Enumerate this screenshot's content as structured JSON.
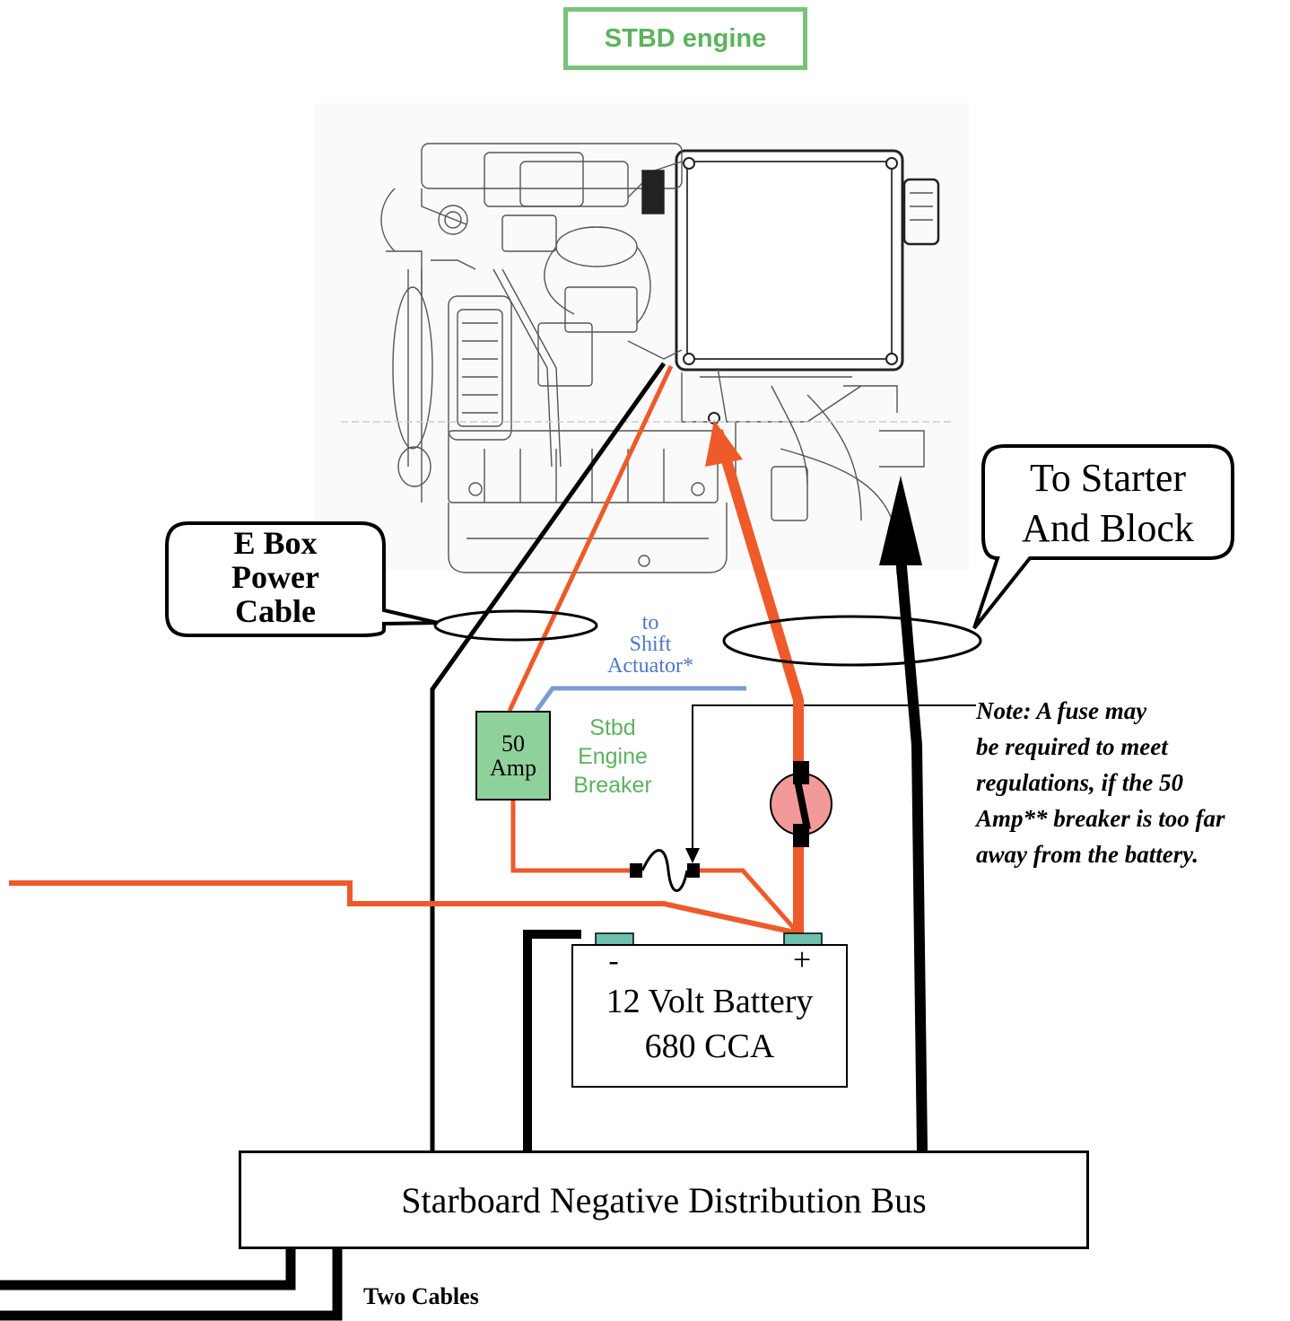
{
  "title": "STBD  engine",
  "callouts": {
    "ebox": [
      "E Box",
      "Power",
      "Cable"
    ],
    "starter": [
      "To Starter",
      "And Block"
    ]
  },
  "labels": {
    "shift_actuator": [
      "to",
      "Shift",
      "Actuator*"
    ],
    "breaker_value": [
      "50",
      "Amp"
    ],
    "breaker_name": [
      "Stbd",
      "Engine",
      "Breaker"
    ],
    "battery_line1": "12 Volt Battery",
    "battery_line2": "680 CCA",
    "neg_terminal": "-",
    "pos_terminal": "+",
    "bus": "Starboard Negative Distribution Bus",
    "two_cables": "Two Cables"
  },
  "note": [
    "Note: A fuse may",
    "be required to meet",
    "regulations, if the 50",
    "Amp** breaker is too far",
    "away from the battery."
  ],
  "colors": {
    "title_green": "#5db35d",
    "breaker_fill": "#8fd19a",
    "positive_wire": "#ee5a2a",
    "negative_wire": "#000000",
    "actuator_wire": "#7b99d4",
    "terminal_fill": "#6dbfae",
    "switch_fill": "#f19a99"
  }
}
